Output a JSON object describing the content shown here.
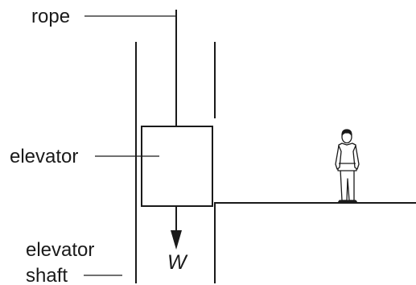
{
  "labels": {
    "rope": "rope",
    "elevator": "elevator",
    "shaft_line1": "elevator",
    "shaft_line2": "shaft",
    "weight": "W"
  },
  "colors": {
    "ink": "#1a1a1a",
    "background": "#ffffff"
  }
}
